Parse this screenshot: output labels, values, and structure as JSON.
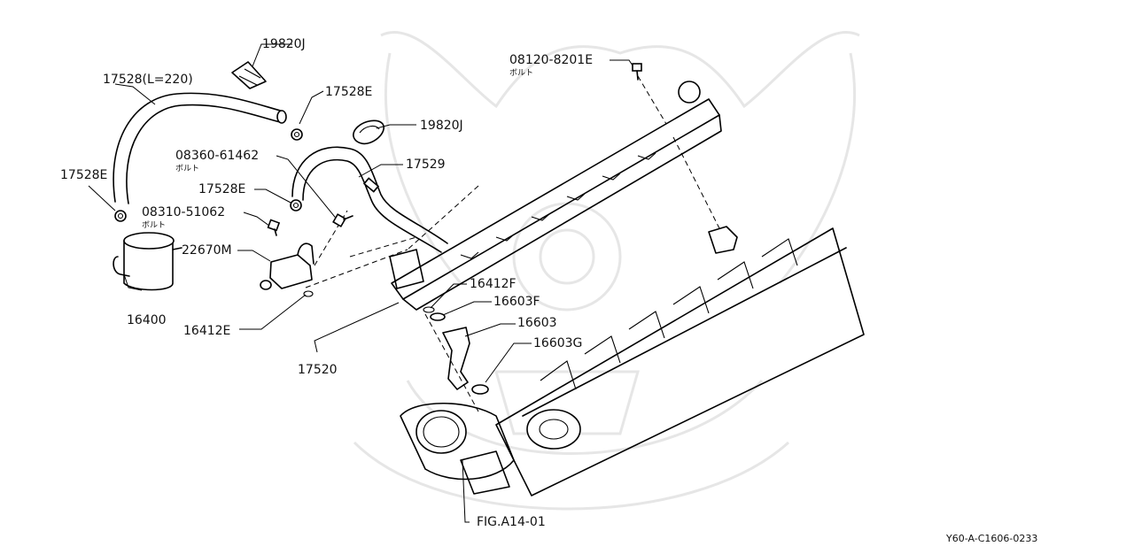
{
  "labels": {
    "p19820j_top": "19820J",
    "p17528_l220": "17528(L=220)",
    "p17528e_upper": "17528E",
    "p19820j_mid": "19820J",
    "p08360": "08360-61462",
    "p08360_sub": "ボルト",
    "p17529": "17529",
    "p17528e_left": "17528E",
    "p17528e_mid": "17528E",
    "p08310": "08310-51062",
    "p08310_sub": "ボルト",
    "p22670m": "22670M",
    "p16400": "16400",
    "p16412e": "16412E",
    "p17520": "17520",
    "p16412f": "16412F",
    "p16603f": "16603F",
    "p16603": "16603",
    "p16603g": "16603G",
    "p08120": "08120-8201E",
    "p08120_sub": "ボルト",
    "fig_ref": "FIG.A14-01"
  },
  "diagram_code": "Y60-A-C1606-0233",
  "colors": {
    "line": "#000000",
    "watermark": "#e6e6e6",
    "background": "#ffffff"
  }
}
